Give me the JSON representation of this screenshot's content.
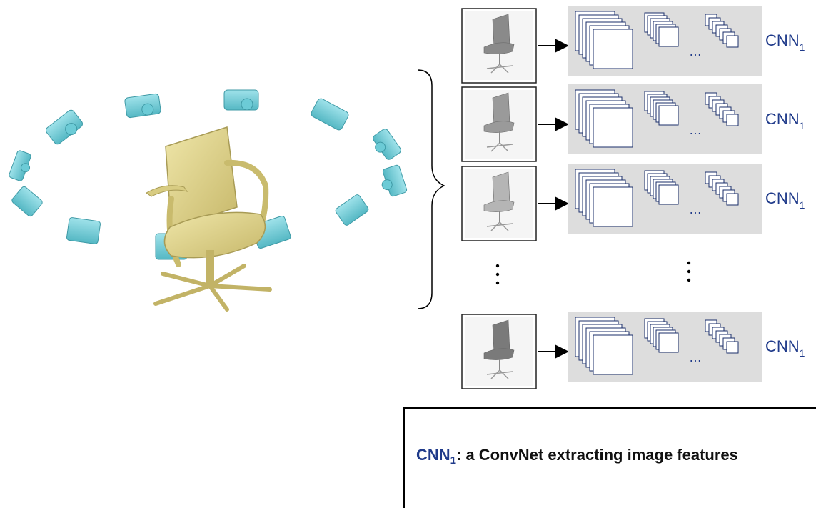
{
  "rows": [
    {
      "label": "CNN",
      "subscript": "1"
    },
    {
      "label": "CNN",
      "subscript": "1"
    },
    {
      "label": "CNN",
      "subscript": "1"
    },
    {
      "label": "CNN",
      "subscript": "1"
    }
  ],
  "legend": {
    "name": "CNN",
    "subscript": "1",
    "description": ": a ConvNet extracting image features"
  },
  "colors": {
    "camera": "#7ed3dc",
    "camera_dark": "#3f9aa6",
    "chair": "#e6dc9a",
    "chair_dark": "#b9ab5f",
    "panel": "#dddddd",
    "label": "#1f3a8a"
  }
}
